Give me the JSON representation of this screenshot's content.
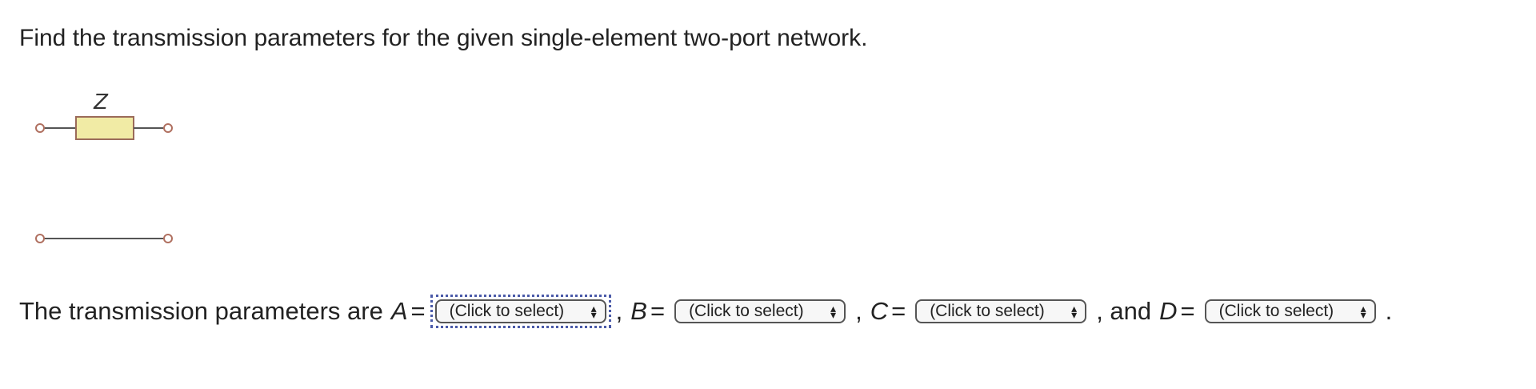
{
  "question": {
    "text": "Find the transmission parameters for the given single-element two-port network."
  },
  "circuit": {
    "element_label": "Z",
    "element_fill": "#f1eba5",
    "element_stroke": "#9b6b5a",
    "wire_color": "#555555",
    "terminal_color": "#b07060"
  },
  "answer": {
    "prefix": "The transmission parameters are",
    "vars": {
      "a": "A",
      "b": "B",
      "c": "C",
      "d": "D"
    },
    "eq": "=",
    "comma": ",",
    "and_text": ", and",
    "period": ".",
    "selects": {
      "a": {
        "value": "(Click to select)"
      },
      "b": {
        "value": "(Click to select)"
      },
      "c": {
        "value": "(Click to select)"
      },
      "d": {
        "value": "(Click to select)"
      }
    }
  },
  "icons": {
    "select_arrows": "chevron-updown-icon"
  }
}
